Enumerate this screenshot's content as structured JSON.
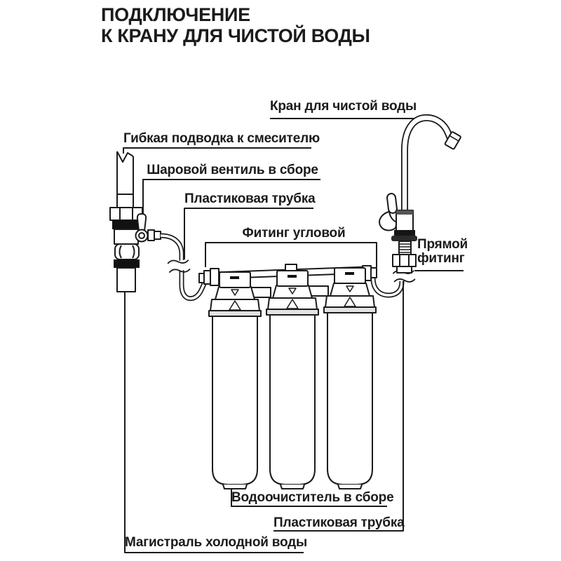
{
  "title": {
    "line1": "ПОДКЛЮЧЕНИЕ",
    "line2": "К КРАНУ ДЛЯ ЧИСТОЙ ВОДЫ"
  },
  "labels": {
    "clean_water_tap": "Кран для чистой воды",
    "flexible_hose": "Гибкая подводка к смесителю",
    "ball_valve": "Шаровой вентиль в сборе",
    "plastic_tube_top": "Пластиковая трубка",
    "elbow_fitting": "Фитинг угловой",
    "straight_fitting": "Прямой фитинг",
    "purifier_assembly": "Водоочиститель в сборе",
    "plastic_tube_bottom": "Пластиковая трубка",
    "cold_water_main": "Магистраль холодной воды"
  },
  "colors": {
    "line": "#1b1b1b",
    "background": "#ffffff",
    "seal_band": "#111111",
    "metal_dark": "#2a2a2a",
    "cap_shade": "#e2e2e2"
  }
}
